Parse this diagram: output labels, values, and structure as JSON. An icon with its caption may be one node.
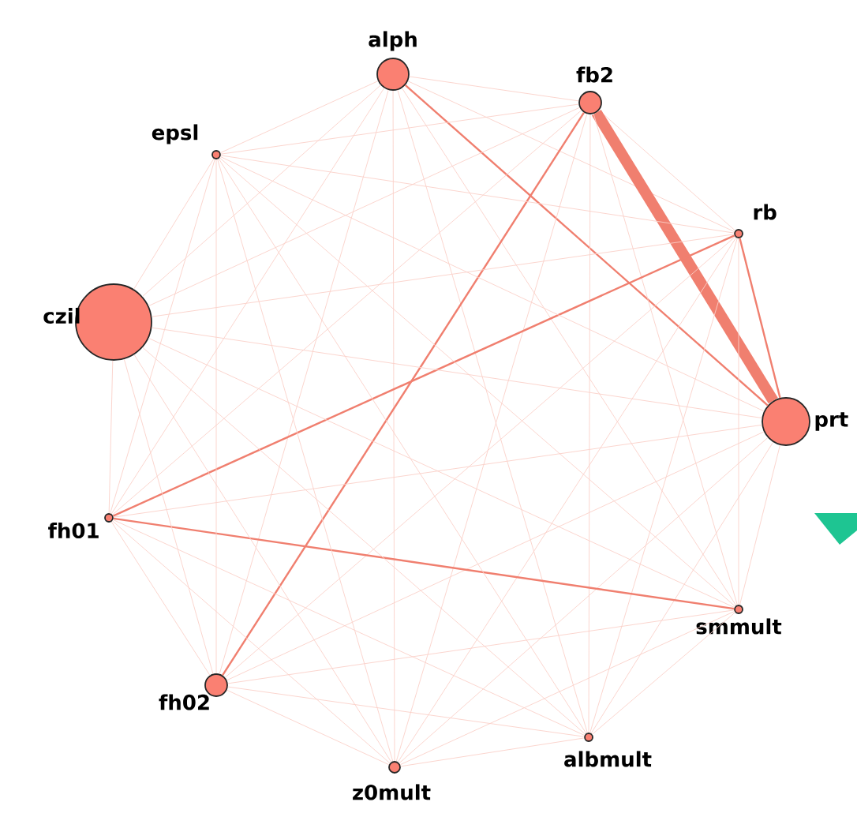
{
  "diagram": {
    "nodes": [
      {
        "text": [
          "alph"
        ]
      },
      {
        "text": [
          "fb2"
        ]
      },
      {
        "text": [
          "rb"
        ]
      },
      {
        "text": [
          "prt"
        ]
      },
      {
        "text": [
          "smmult"
        ]
      },
      {
        "text": [
          "albmult"
        ]
      },
      {
        "text": [
          "z0mult"
        ]
      },
      {
        "text": [
          "fh02"
        ]
      },
      {
        "text": [
          "fh01"
        ]
      },
      {
        "text": [
          "czil"
        ]
      },
      {
        "text": [
          "epsl"
        ]
      }
    ],
    "edges": [
      {
        "from": 0,
        "to": 1,
        "arrow": "none"
      },
      {
        "from": 0,
        "to": 2,
        "arrow": "none"
      },
      {
        "from": 0,
        "to": 3,
        "arrow": "none",
        "color": "#f07f6f"
      },
      {
        "from": 0,
        "to": 4,
        "arrow": "none"
      },
      {
        "from": 0,
        "to": 5,
        "arrow": "none"
      },
      {
        "from": 0,
        "to": 6,
        "arrow": "none"
      },
      {
        "from": 0,
        "to": 7,
        "arrow": "none"
      },
      {
        "from": 0,
        "to": 8,
        "arrow": "none"
      },
      {
        "from": 0,
        "to": 9,
        "arrow": "none"
      },
      {
        "from": 0,
        "to": 10,
        "arrow": "none"
      },
      {
        "from": 1,
        "to": 2,
        "arrow": "none"
      },
      {
        "from": 1,
        "to": 3,
        "arrow": "none",
        "style": "thick",
        "color": "#f07f6f"
      },
      {
        "from": 1,
        "to": 4,
        "arrow": "none"
      },
      {
        "from": 1,
        "to": 5,
        "arrow": "none"
      },
      {
        "from": 1,
        "to": 6,
        "arrow": "none"
      },
      {
        "from": 1,
        "to": 7,
        "arrow": "none",
        "color": "#f07f6f"
      },
      {
        "from": 1,
        "to": 8,
        "arrow": "none"
      },
      {
        "from": 1,
        "to": 9,
        "arrow": "none"
      },
      {
        "from": 1,
        "to": 10,
        "arrow": "none"
      },
      {
        "from": 2,
        "to": 3,
        "arrow": "none",
        "color": "#f07f6f"
      },
      {
        "from": 2,
        "to": 4,
        "arrow": "none"
      },
      {
        "from": 2,
        "to": 5,
        "arrow": "none"
      },
      {
        "from": 2,
        "to": 6,
        "arrow": "none"
      },
      {
        "from": 2,
        "to": 7,
        "arrow": "none"
      },
      {
        "from": 2,
        "to": 8,
        "arrow": "none",
        "color": "#f07f6f"
      },
      {
        "from": 2,
        "to": 9,
        "arrow": "none"
      },
      {
        "from": 2,
        "to": 10,
        "arrow": "none"
      },
      {
        "from": 3,
        "to": 4,
        "arrow": "none"
      },
      {
        "from": 3,
        "to": 5,
        "arrow": "none"
      },
      {
        "from": 3,
        "to": 6,
        "arrow": "none"
      },
      {
        "from": 3,
        "to": 7,
        "arrow": "none"
      },
      {
        "from": 3,
        "to": 8,
        "arrow": "none"
      },
      {
        "from": 3,
        "to": 9,
        "arrow": "none"
      },
      {
        "from": 3,
        "to": 10,
        "arrow": "none"
      },
      {
        "from": 4,
        "to": 5,
        "arrow": "none"
      },
      {
        "from": 4,
        "to": 6,
        "arrow": "none"
      },
      {
        "from": 4,
        "to": 7,
        "arrow": "none"
      },
      {
        "from": 4,
        "to": 8,
        "arrow": "none",
        "color": "#f07f6f"
      },
      {
        "from": 4,
        "to": 9,
        "arrow": "none"
      },
      {
        "from": 4,
        "to": 10,
        "arrow": "none"
      },
      {
        "from": 5,
        "to": 6,
        "arrow": "none"
      },
      {
        "from": 5,
        "to": 7,
        "arrow": "none"
      },
      {
        "from": 5,
        "to": 8,
        "arrow": "none"
      },
      {
        "from": 5,
        "to": 9,
        "arrow": "none"
      },
      {
        "from": 5,
        "to": 10,
        "arrow": "none"
      },
      {
        "from": 6,
        "to": 7,
        "arrow": "none"
      },
      {
        "from": 6,
        "to": 8,
        "arrow": "none"
      },
      {
        "from": 6,
        "to": 9,
        "arrow": "none"
      },
      {
        "from": 6,
        "to": 10,
        "arrow": "none"
      },
      {
        "from": 7,
        "to": 8,
        "arrow": "none"
      },
      {
        "from": 7,
        "to": 9,
        "arrow": "none"
      },
      {
        "from": 7,
        "to": 10,
        "arrow": "none"
      },
      {
        "from": 8,
        "to": 9,
        "arrow": "none"
      },
      {
        "from": 8,
        "to": 10,
        "arrow": "none"
      },
      {
        "from": 9,
        "to": 10,
        "arrow": "none"
      }
    ]
  }
}
